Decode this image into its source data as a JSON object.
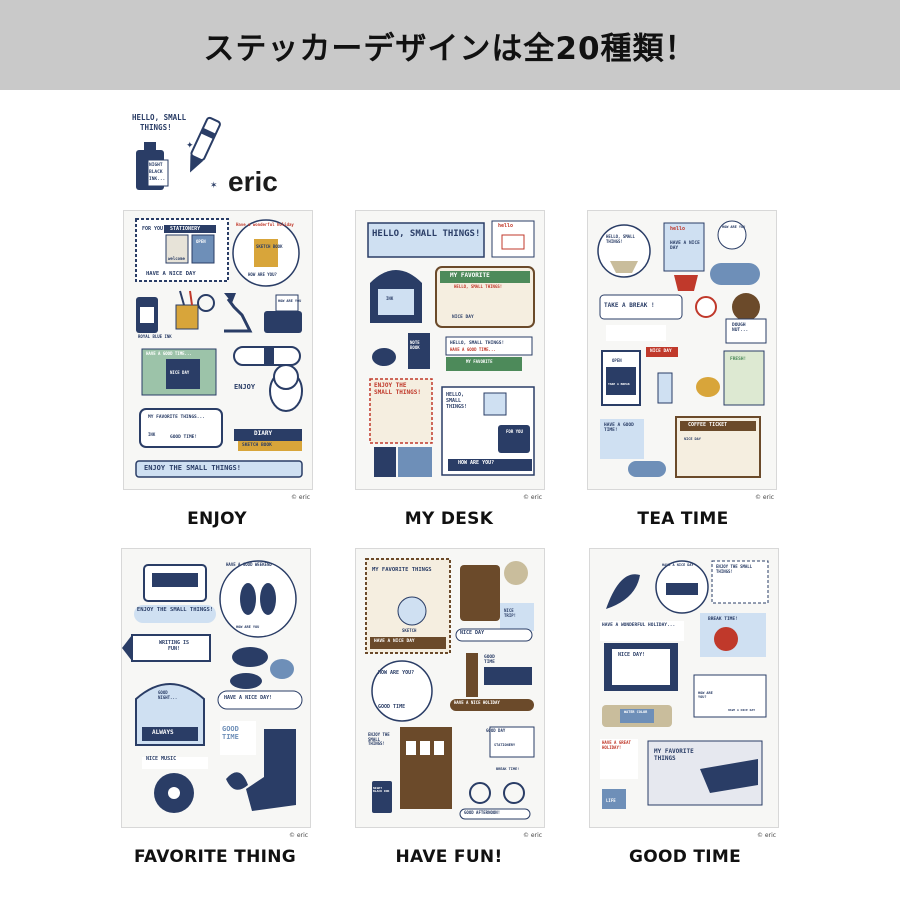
{
  "banner": {
    "title": "ステッカーデザインは全20種類！"
  },
  "brand": {
    "name": "eric",
    "logo_text": "HELLO, SMALL THINGS!",
    "bottle_text": "NIGHT BLACK INK..."
  },
  "sheets": [
    {
      "label": "ENJOY",
      "copyright": "© eric",
      "stickers": [
        "FOR YOU",
        "STATIONERY",
        "OPEN",
        "welcome",
        "HAVE A NICE DAY",
        "Have a wonderful holiday",
        "SKETCH BOOK",
        "HOW ARE YOU?",
        "ROYAL BLUE INK",
        "HOW ARE YOU",
        "HAVE A GOOD TIME...",
        "NICE DAY",
        "ENJOY",
        "MY FAVORITE THINGS...",
        "GOOD TIME!",
        "INK",
        "DIARY",
        "SKETCH BOOK",
        "ENJOY THE SMALL THINGS!"
      ]
    },
    {
      "label": "MY DESK",
      "copyright": "© eric",
      "stickers": [
        "HELLO, SMALL THINGS!",
        "hello",
        "MY FAVORITE",
        "HELLO, SMALL THINGS!",
        "INK",
        "NICE DAY",
        "NOTE BOOK",
        "HELLO, SMALL THINGS!",
        "HAVE A GOOD TIME...",
        "MY FAVORITE",
        "ENJOY THE SMALL THINGS!",
        "HELLO, SMALL THINGS!",
        "FOR YOU",
        "HOW ARE YOU?"
      ]
    },
    {
      "label": "TEA TIME",
      "copyright": "© eric",
      "stickers": [
        "HELLO, SMALL THINGS!",
        "hello",
        "HAVE A NICE DAY",
        "HOW ARE YOU",
        "TAKE A BREAK !",
        "DOUGH NUT...",
        "OPEN",
        "TAKE A BREAK",
        "NICE DAY",
        "FRESH!",
        "HAVE A GOOD TIME!",
        "COFFEE TICKET",
        "NICE DAY"
      ]
    },
    {
      "label": "FAVORITE THING",
      "copyright": "© eric",
      "stickers": [
        "ENJOY THE SMALL THINGS!",
        "HAVE A GOOD WEEKEND",
        "HOW ARE YOU",
        "WRITING IS FUN!",
        "HAVE A NICE DAY!",
        "GOOD NIGHT...",
        "ALWAYS",
        "GOOD TIME",
        "NICE MUSIC"
      ]
    },
    {
      "label": "HAVE FUN!",
      "copyright": "© eric",
      "stickers": [
        "MY FAVORITE THINGS",
        "SKETCH",
        "HAVE A NICE DAY",
        "NICE TRIP!",
        "NICE DAY",
        "HOW ARE YOU?",
        "GOOD TIME",
        "GOOD TIME",
        "HAVE A NICE HOLIDAY",
        "ENJOY THE SMALL THINGS!",
        "GOOD DAY",
        "STATIONERY",
        "NIGHT BLACK INK",
        "BREAK TIME!",
        "GOOD AFTERNOON!"
      ]
    },
    {
      "label": "GOOD TIME",
      "copyright": "© eric",
      "stickers": [
        "HAVE A NICE DAY",
        "ENJOY THE SMALL THINGS!",
        "HAVE A WONDERFUL HOLIDAY...",
        "BREAK TIME!",
        "NICE DAY!",
        "WATER COLOR",
        "HOW ARE YOU?",
        "HAVE A NICE DAY",
        "HAVE A GREAT HOLIDAY!",
        "MY FAVORITE THINGS",
        "LIFE"
      ]
    }
  ],
  "colors": {
    "navy": "#2a3d66",
    "accent_red": "#c0392b",
    "accent_green": "#4d8a5a",
    "mustard": "#d8a53a",
    "banner": "#c9c9c9"
  }
}
